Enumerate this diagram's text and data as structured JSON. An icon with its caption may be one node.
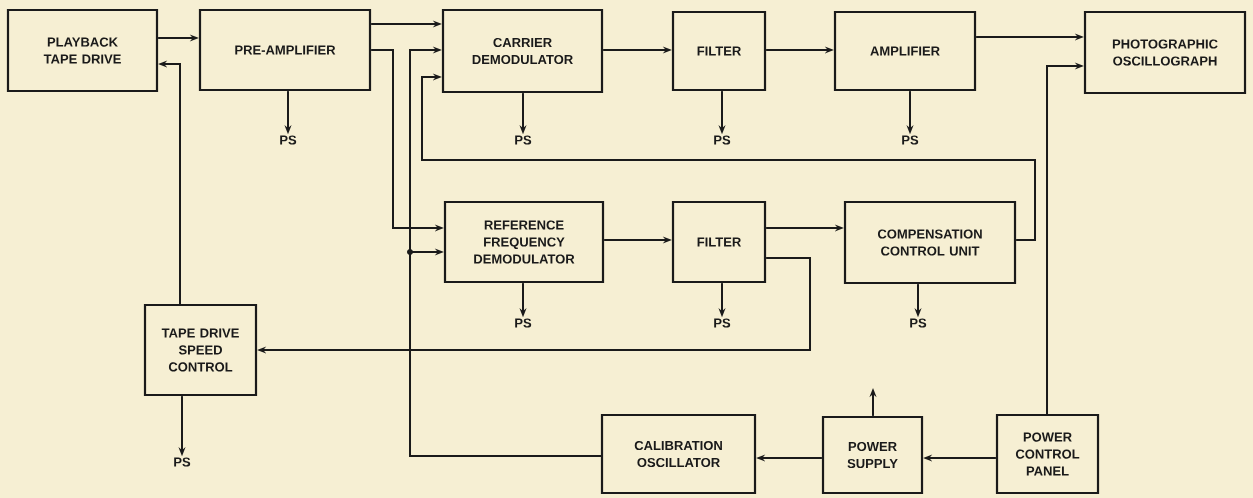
{
  "diagram": {
    "nodes": [
      {
        "text": [
          "PLAYBACK TAPE DRIVE"
        ]
      },
      {
        "text": [
          "PRE-AMPLIFIER"
        ]
      },
      {
        "text": [
          "CARRIER DEMODULATOR"
        ]
      },
      {
        "text": [
          "FILTER"
        ]
      },
      {
        "text": [
          "AMPLIFIER"
        ]
      },
      {
        "text": [
          "PHOTOGRAPHIC OSCILLOGRAPH"
        ]
      },
      {
        "text": [
          "REFERENCE FREQUENCY DEMODULATOR"
        ]
      },
      {
        "text": [
          "FILTER"
        ]
      },
      {
        "text": [
          "COMPENSATION CONTROL UNIT"
        ]
      },
      {
        "text": [
          "TAPE DRIVE SPEED CONTROL"
        ]
      },
      {
        "text": [
          "CALIBRATION OSCILLATOR"
        ]
      },
      {
        "text": [
          "POWER SUPPLY"
        ]
      },
      {
        "text": [
          "POWER CONTROL PANEL"
        ]
      },
      {
        "text": [
          "PS"
        ]
      },
      {
        "text": [
          "PS"
        ]
      },
      {
        "text": [
          "PS"
        ]
      },
      {
        "text": [
          "PS"
        ]
      },
      {
        "text": [
          "PS"
        ]
      },
      {
        "text": [
          "PS"
        ]
      },
      {
        "text": [
          "PS"
        ]
      },
      {
        "text": [
          "PS"
        ]
      }
    ],
    "edges": [
      {
        "from": 0,
        "to": 1,
        "arrow": "to"
      },
      {
        "from": 9,
        "to": 0,
        "arrow": "to"
      },
      {
        "from": 1,
        "to": 2,
        "arrow": "to"
      },
      {
        "from": 1,
        "to": 6,
        "arrow": "to"
      },
      {
        "from": 2,
        "to": 3,
        "arrow": "to"
      },
      {
        "from": 3,
        "to": 4,
        "arrow": "to"
      },
      {
        "from": 4,
        "to": 5,
        "arrow": "to"
      },
      {
        "from": 6,
        "to": 7,
        "arrow": "to"
      },
      {
        "from": 7,
        "to": 8,
        "arrow": "to"
      },
      {
        "from": 7,
        "to": 9,
        "arrow": "to"
      },
      {
        "from": 8,
        "to": 2,
        "arrow": "to"
      },
      {
        "from": 12,
        "to": 5,
        "arrow": "to"
      },
      {
        "from": 12,
        "to": 11,
        "arrow": "to"
      },
      {
        "from": 11,
        "to": 10,
        "arrow": "to"
      },
      {
        "from": 10,
        "to": 2,
        "arrow": "to"
      },
      {
        "from": 10,
        "to": 6,
        "arrow": "to"
      },
      {
        "from": 11,
        "to": null,
        "arrow": "to"
      },
      {
        "from": 1,
        "to": 13,
        "arrow": "to"
      },
      {
        "from": 2,
        "to": 14,
        "arrow": "to"
      },
      {
        "from": 3,
        "to": 15,
        "arrow": "to"
      },
      {
        "from": 4,
        "to": 16,
        "arrow": "to"
      },
      {
        "from": 6,
        "to": 17,
        "arrow": "to"
      },
      {
        "from": 7,
        "to": 18,
        "arrow": "to"
      },
      {
        "from": 8,
        "to": 19,
        "arrow": "to"
      },
      {
        "from": 9,
        "to": 20,
        "arrow": "to"
      }
    ]
  }
}
